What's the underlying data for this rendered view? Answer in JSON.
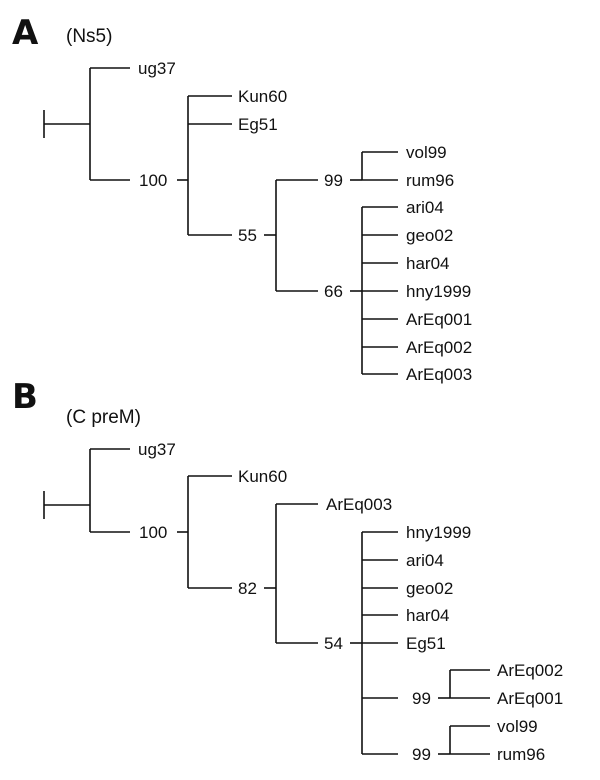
{
  "panels": [
    {
      "letter": "A",
      "title": "(Ns5)",
      "leaves": [
        "ug37",
        "Kun60",
        "Eg51",
        "vol99",
        "rum96",
        "ari04",
        "geo02",
        "har04",
        "hny1999",
        "ArEq001",
        "ArEq002",
        "ArEq003"
      ],
      "supports": [
        "100",
        "55",
        "99",
        "66"
      ]
    },
    {
      "letter": "B",
      "title": "(C preM)",
      "leaves": [
        "ug37",
        "Kun60",
        "ArEq003",
        "hny1999",
        "ari04",
        "geo02",
        "har04",
        "Eg51",
        "ArEq002",
        "ArEq001",
        "vol99",
        "rum96"
      ],
      "supports": [
        "100",
        "82",
        "54",
        "99",
        "99"
      ]
    }
  ]
}
